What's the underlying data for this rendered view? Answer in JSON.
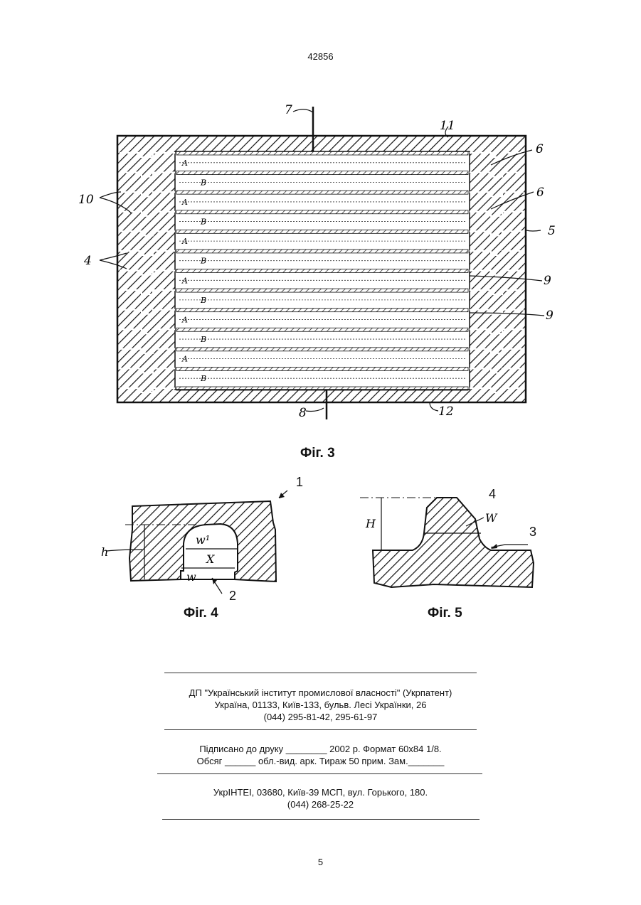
{
  "header": {
    "doc_number": "42856"
  },
  "figures": {
    "fig3": {
      "caption": "Фіг. 3",
      "labels": {
        "l7": "7",
        "l11": "11",
        "l6a": "6",
        "l6b": "6",
        "l5": "5",
        "l9a": "9",
        "l9b": "9",
        "l10": "10",
        "l4": "4",
        "l8": "8",
        "l12": "12",
        "a": "A",
        "b": "B"
      }
    },
    "fig4": {
      "caption": "Фіг. 4",
      "labels": {
        "l1": "1",
        "l2": "2",
        "h": "h",
        "w1": "w¹",
        "x": "X",
        "w": "w"
      }
    },
    "fig5": {
      "caption": "Фіг. 5",
      "labels": {
        "l4": "4",
        "l3": "3",
        "H": "H",
        "W": "W"
      }
    }
  },
  "imprint": {
    "org_line": "ДП \"Український інститут промислової власності\" (Укрпатент)",
    "address_line": "Україна, 01133, Київ-133, бульв. Лесі Українки, 26",
    "phone_line": "(044) 295-81-42, 295-61-97",
    "print_line_1": "Підписано до друку ________ 2002 р.    Формат 60х84 1/8.",
    "print_line_2": "Обсяг ______ обл.-вид. арк.   Тираж 50 прим.    Зам._______",
    "publisher_line": "УкрІНТЕІ, 03680, Київ-39 МСП, вул. Горького, 180.",
    "publisher_phone": "(044) 268-25-22"
  },
  "footer": {
    "page_number": "5"
  }
}
